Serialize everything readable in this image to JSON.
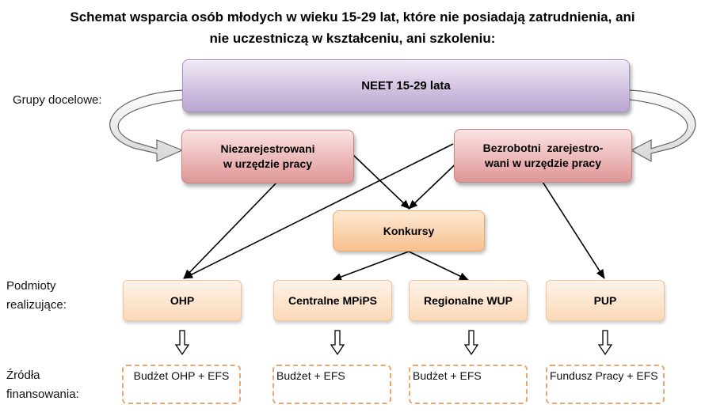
{
  "title": {
    "line1": "Schemat wsparcia osób młodych w wieku 15-29 lat, które nie posiadają zatrudnienia, ani",
    "line2": "nie uczestniczą w kształceniu, ani szkoleniu:"
  },
  "side_labels": {
    "target_groups": "Grupy docelowe:",
    "entities_line1": "Podmioty",
    "entities_line2": "realizujące:",
    "funding_line1": "Źródła",
    "funding_line2": "finansowania:"
  },
  "nodes": {
    "neet": "NEET 15-29 lata",
    "unregistered_line1": "Niezarejestrowani",
    "unregistered_line2": "w urzędzie pracy",
    "registered_line1": "Bezrobotni  zarejestro-",
    "registered_line2": "wani w urzędzie pracy",
    "competitions": "Konkursy",
    "ohp": "OHP",
    "mpips": "Centralne MPiPS",
    "wup": "Regionalne WUP",
    "pup": "PUP"
  },
  "funding": {
    "ohp": "Budżet OHP + EFS",
    "mpips": "Budżet + EFS",
    "wup": "Budżet + EFS",
    "pup": "Fundusz Pracy + EFS"
  }
}
